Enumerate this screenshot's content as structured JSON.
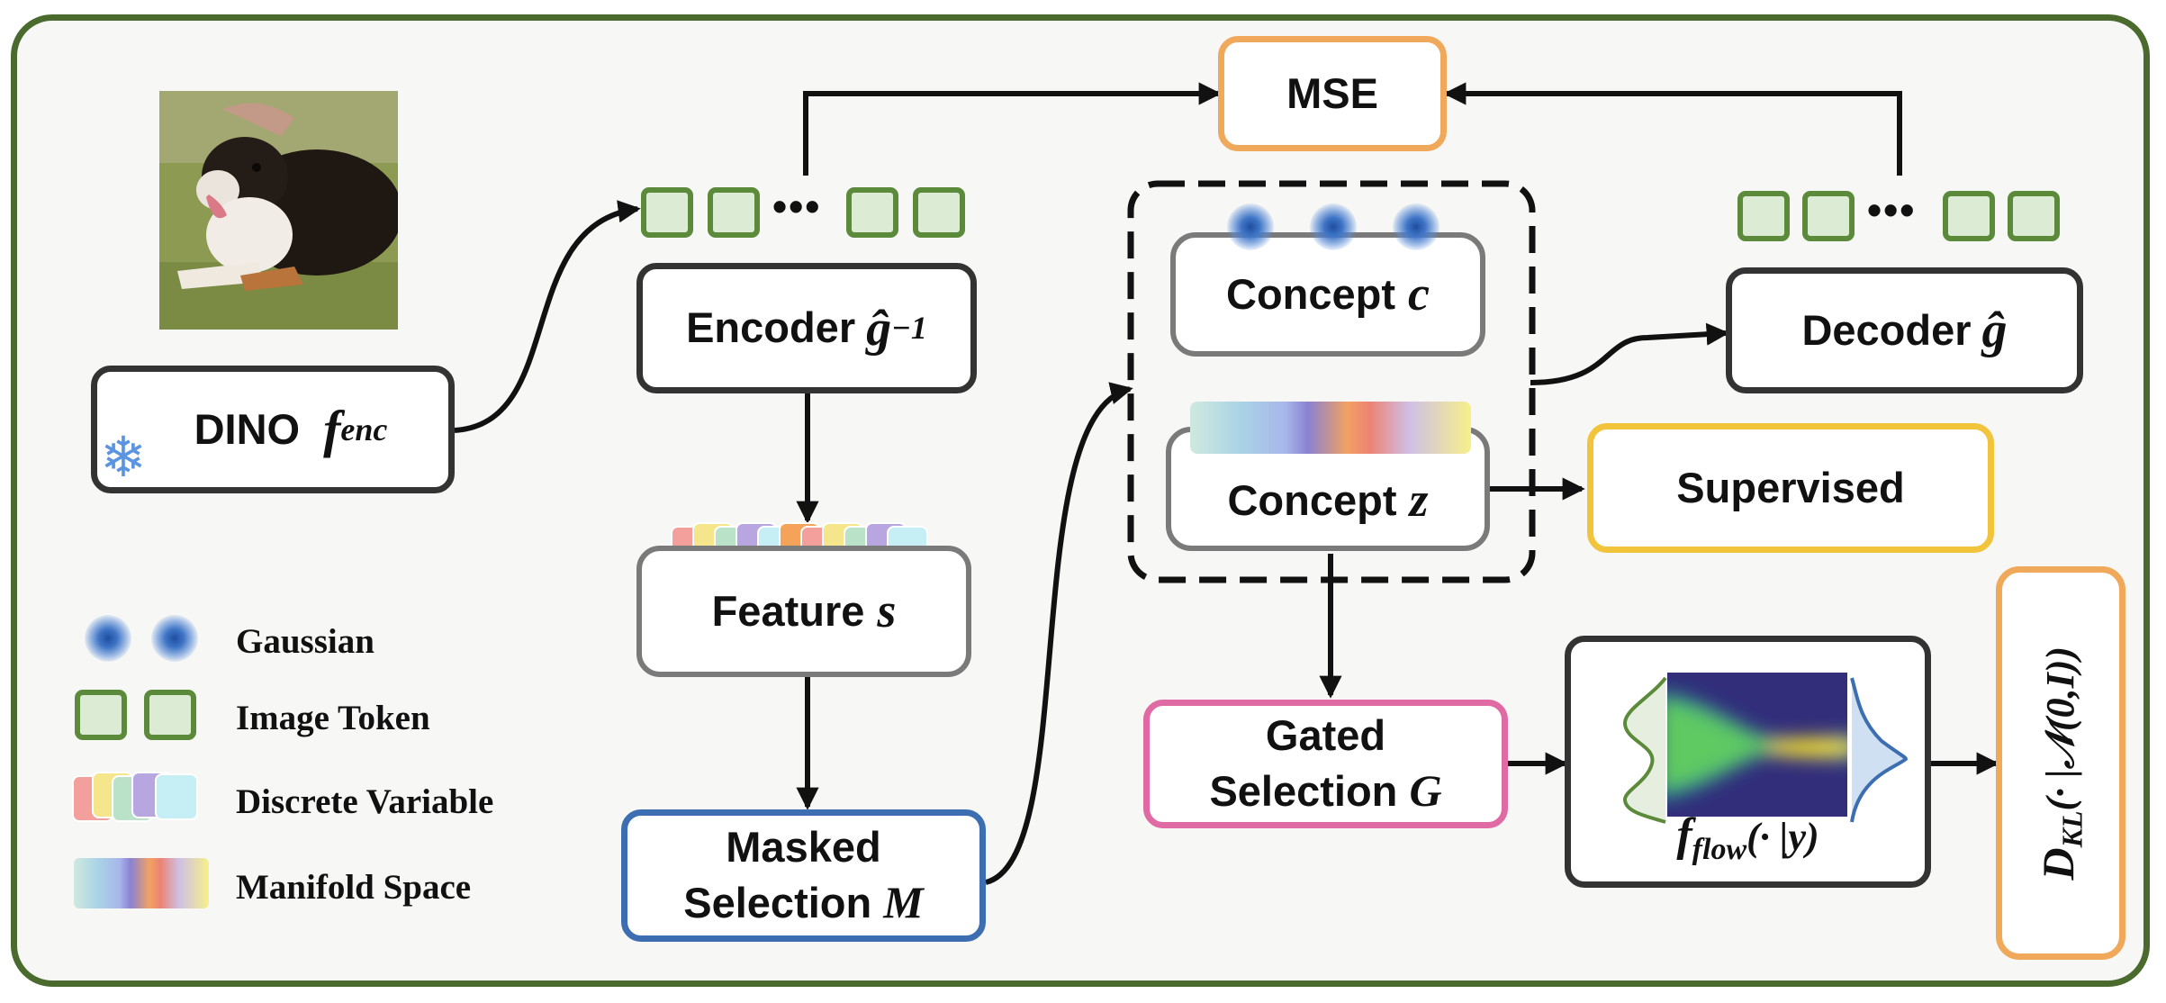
{
  "boxes": {
    "dino": {
      "text": "DINO",
      "math": "f",
      "sub": "enc"
    },
    "encoder": {
      "text": "Encoder",
      "math": "ĝ",
      "sup": "−1"
    },
    "feature": {
      "text": "Feature",
      "math": "s"
    },
    "masked": {
      "line1": "Masked",
      "line2": "Selection",
      "math": "M"
    },
    "mse": {
      "text": "MSE"
    },
    "concept_c": {
      "text": "Concept",
      "math": "c"
    },
    "concept_z": {
      "text": "Concept",
      "math": "z"
    },
    "decoder": {
      "text": "Decoder",
      "math": "ĝ"
    },
    "supervised": {
      "text": "Supervised"
    },
    "gated": {
      "line1": "Gated",
      "line2": "Selection",
      "math": "G"
    },
    "flow": {
      "math": "f",
      "sub": "flow",
      "rest": "(· |y)"
    },
    "dkl": {
      "math": "D",
      "sub": "KL",
      "rest": "(· |𝒩(0,I))"
    }
  },
  "legend": {
    "gaussian": "Gaussian",
    "image_token": "Image Token",
    "discrete": "Discrete Variable",
    "manifold": "Manifold Space"
  },
  "colors": {
    "frame": "#4a6a2e",
    "token_border": "#5b8a3a",
    "masked_border": "#3d6eb2",
    "gated_border": "#e06aa3",
    "mse_border": "#f0a85a",
    "supervised_border": "#f1c43c"
  },
  "icons": {
    "snowflake": "snowflake-icon",
    "photo": "dog-photo"
  }
}
